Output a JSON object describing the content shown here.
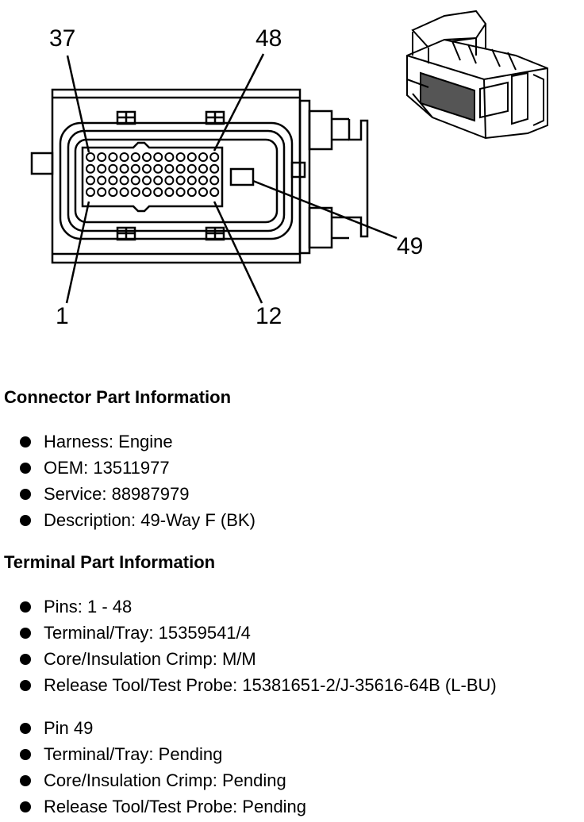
{
  "diagram": {
    "callouts": {
      "pin37": "37",
      "pin48": "48",
      "pin1": "1",
      "pin12": "12",
      "pin49": "49"
    }
  },
  "connector_part": {
    "title": "Connector Part Information",
    "items": [
      "Harness: Engine",
      "OEM: 13511977",
      "Service: 88987979",
      "Description: 49-Way F (BK)"
    ]
  },
  "terminal_part": {
    "title": "Terminal Part Information",
    "group1": [
      "Pins: 1 - 48",
      "Terminal/Tray: 15359541/4",
      "Core/Insulation Crimp: M/M",
      "Release Tool/Test Probe: 15381651-2/J-35616-64B (L-BU)"
    ],
    "group2": [
      "Pin 49",
      "Terminal/Tray: Pending",
      "Core/Insulation Crimp: Pending",
      "Release Tool/Test Probe: Pending"
    ]
  }
}
